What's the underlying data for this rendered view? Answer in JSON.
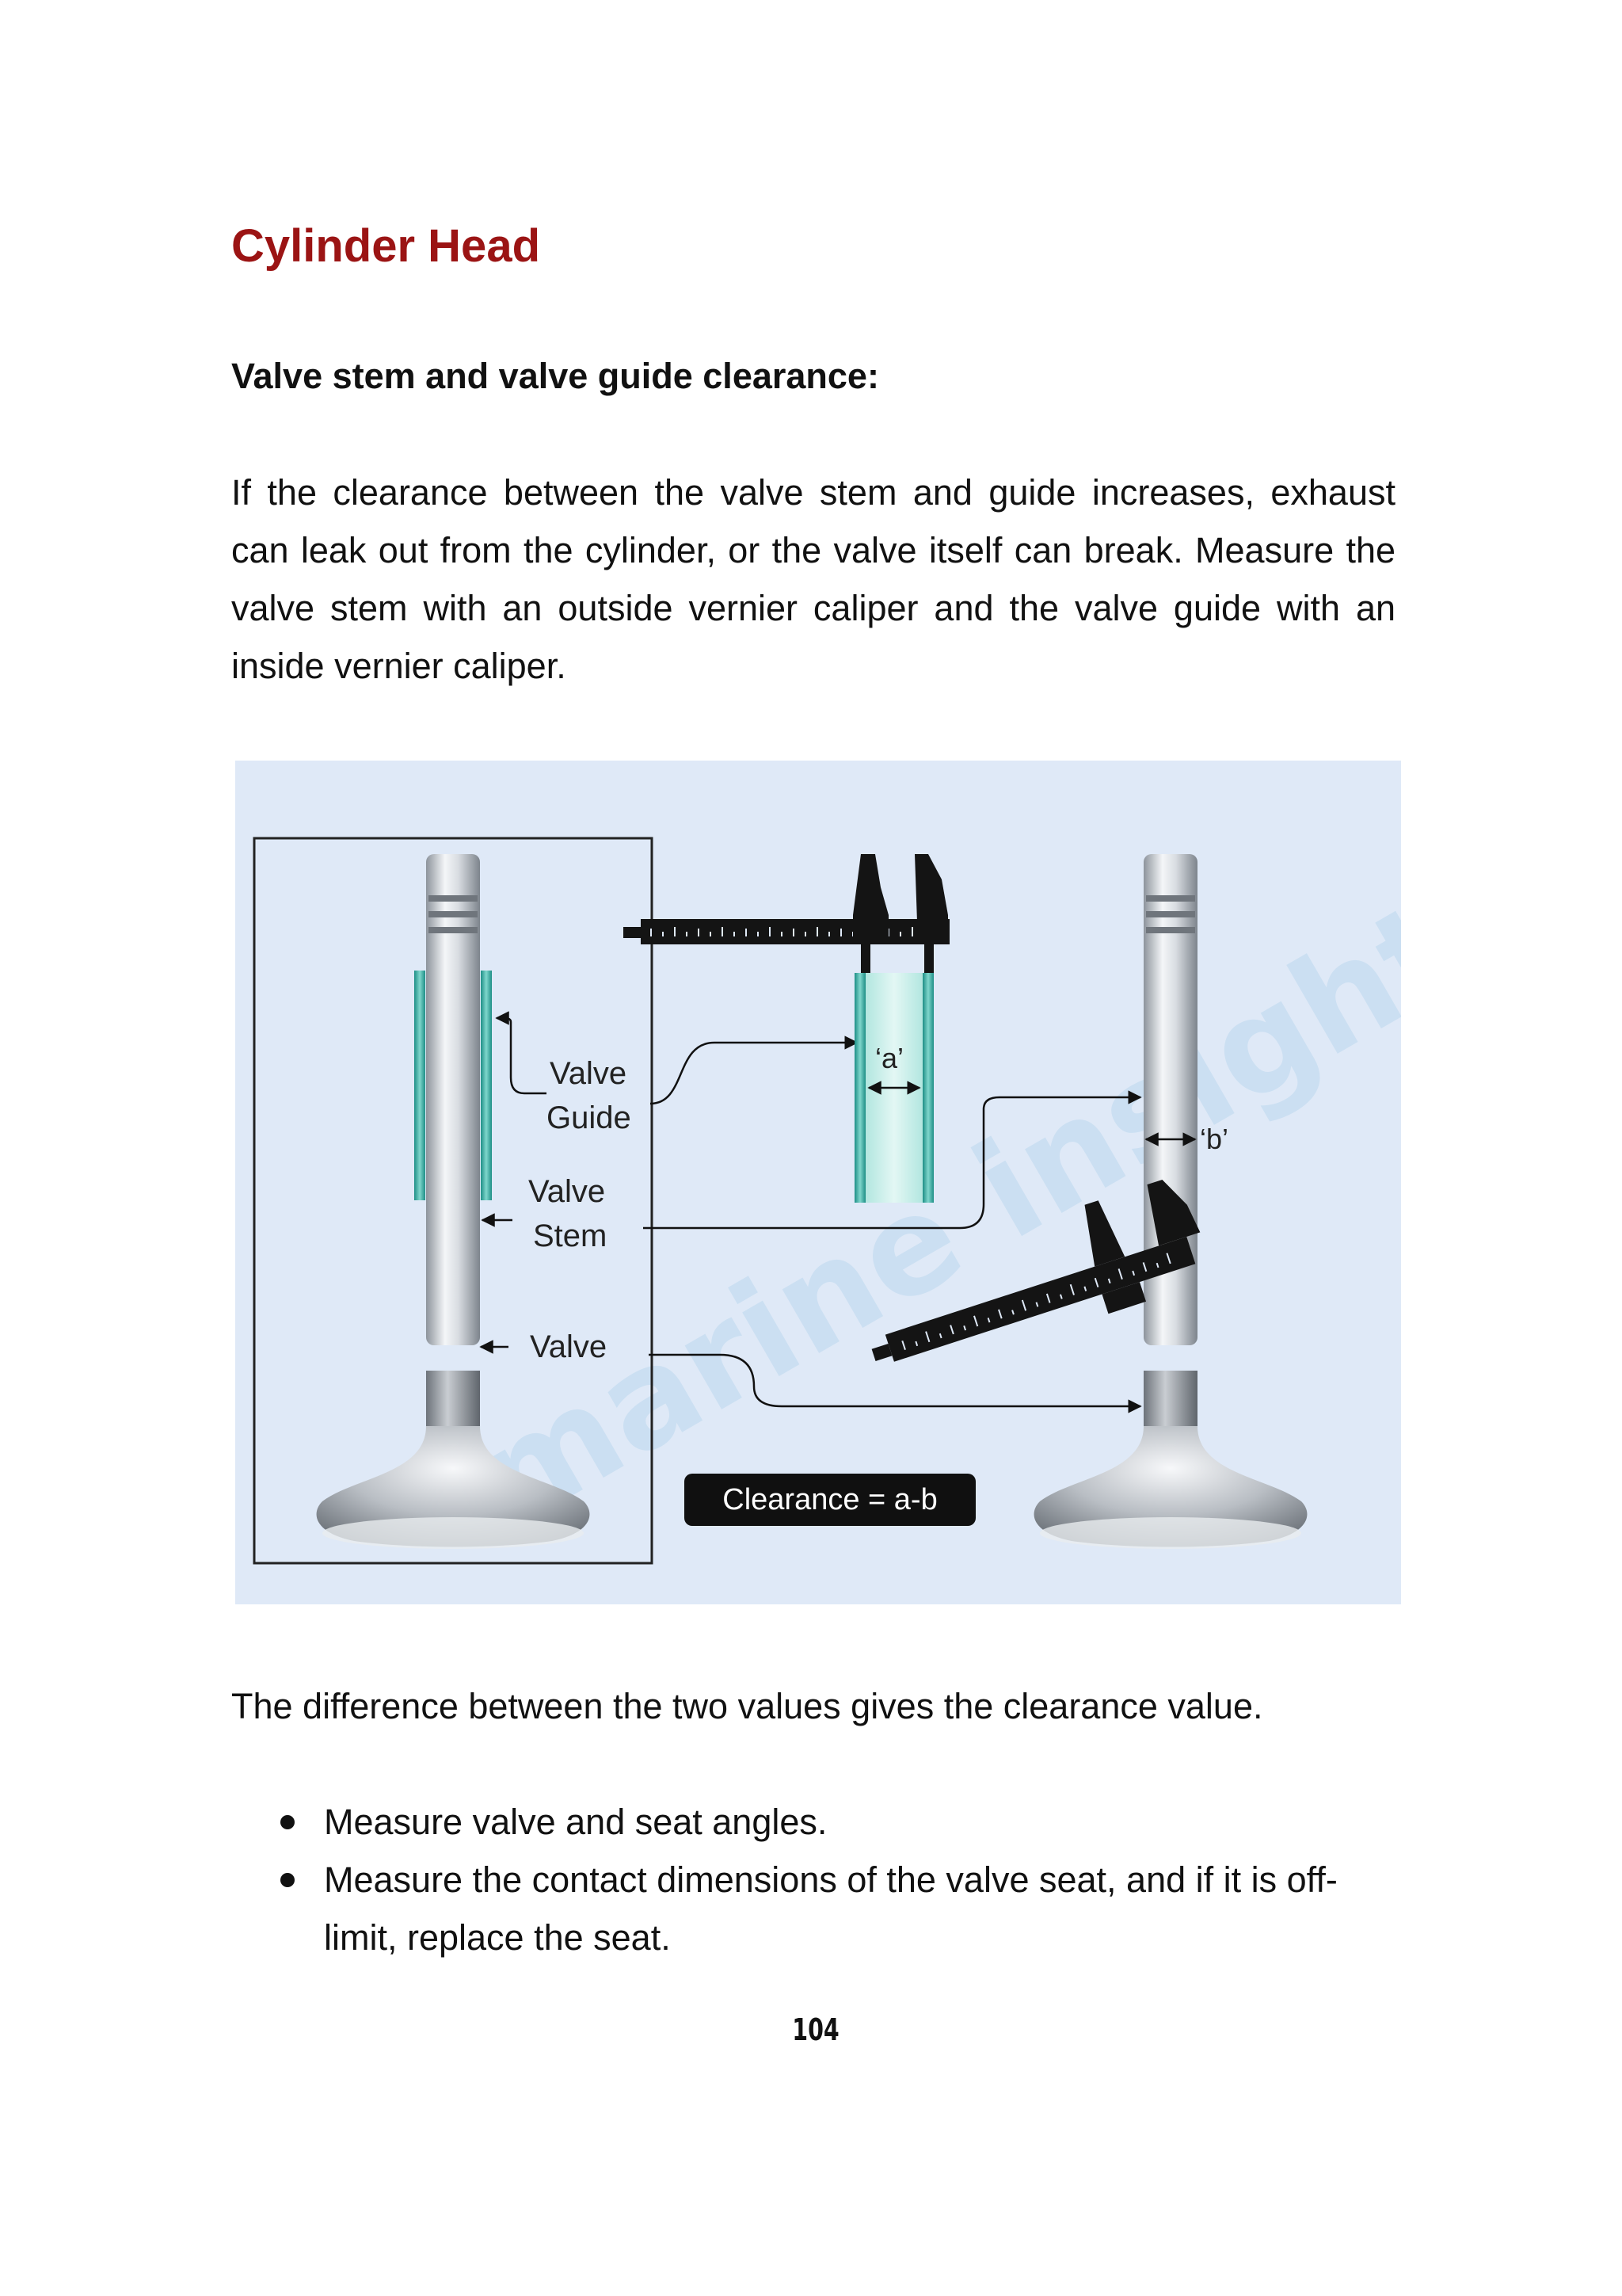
{
  "page": {
    "title": "Cylinder Head",
    "subtitle": "Valve stem and valve guide clearance:",
    "paragraph1": "If the clearance between the valve stem and guide increases, exhaust can leak out from the cylinder, or the valve itself can break. Measure the valve stem with an outside vernier caliper and the valve guide with an inside vernier caliper.",
    "paragraph2": "The difference between the two values gives the clearance value.",
    "bullets": [
      "Measure valve and seat angles.",
      "Measure the contact dimensions of the valve seat, and if it is off-limit, replace the seat."
    ],
    "page_number": "104"
  },
  "figure": {
    "labels": {
      "valve_guide_line1": "Valve",
      "valve_guide_line2": "Guide",
      "valve_stem_line1": "Valve",
      "valve_stem_line2": "Stem",
      "valve": "Valve",
      "a": "‘a’",
      "b": "‘b’",
      "formula": "Clearance = a-b"
    },
    "watermark": "marine insight",
    "colors": {
      "background": "#dfe9f7",
      "guide_teal": "#2aa89e",
      "caliper": "#141414",
      "title_red": "#9b1414"
    }
  }
}
